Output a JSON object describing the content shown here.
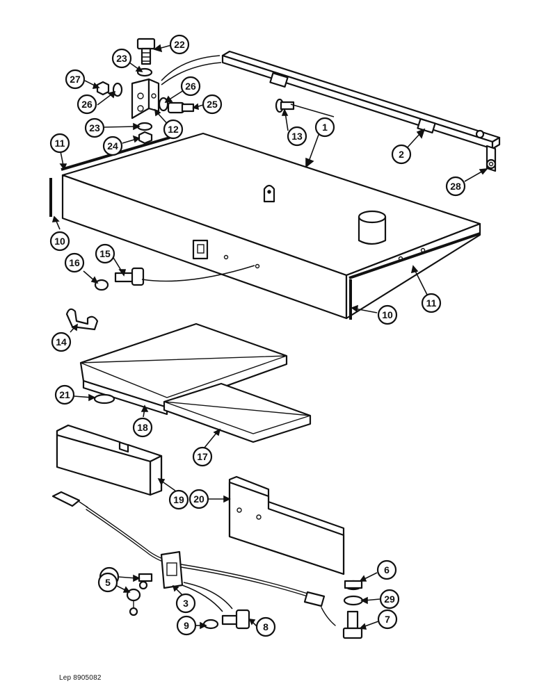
{
  "drawing": {
    "reference": "Lep 8905082"
  },
  "callouts": [
    {
      "label": "1"
    },
    {
      "label": "2"
    },
    {
      "label": "3"
    },
    {
      "label": "4"
    },
    {
      "label": "5"
    },
    {
      "label": "6"
    },
    {
      "label": "7"
    },
    {
      "label": "8"
    },
    {
      "label": "9"
    },
    {
      "label": "10"
    },
    {
      "label": "10"
    },
    {
      "label": "11"
    },
    {
      "label": "11"
    },
    {
      "label": "12"
    },
    {
      "label": "13"
    },
    {
      "label": "14"
    },
    {
      "label": "15"
    },
    {
      "label": "16"
    },
    {
      "label": "17"
    },
    {
      "label": "18"
    },
    {
      "label": "19"
    },
    {
      "label": "20"
    },
    {
      "label": "21"
    },
    {
      "label": "22"
    },
    {
      "label": "23"
    },
    {
      "label": "23"
    },
    {
      "label": "24"
    },
    {
      "label": "25"
    },
    {
      "label": "26"
    },
    {
      "label": "26"
    },
    {
      "label": "27"
    },
    {
      "label": "28"
    },
    {
      "label": "29"
    }
  ]
}
